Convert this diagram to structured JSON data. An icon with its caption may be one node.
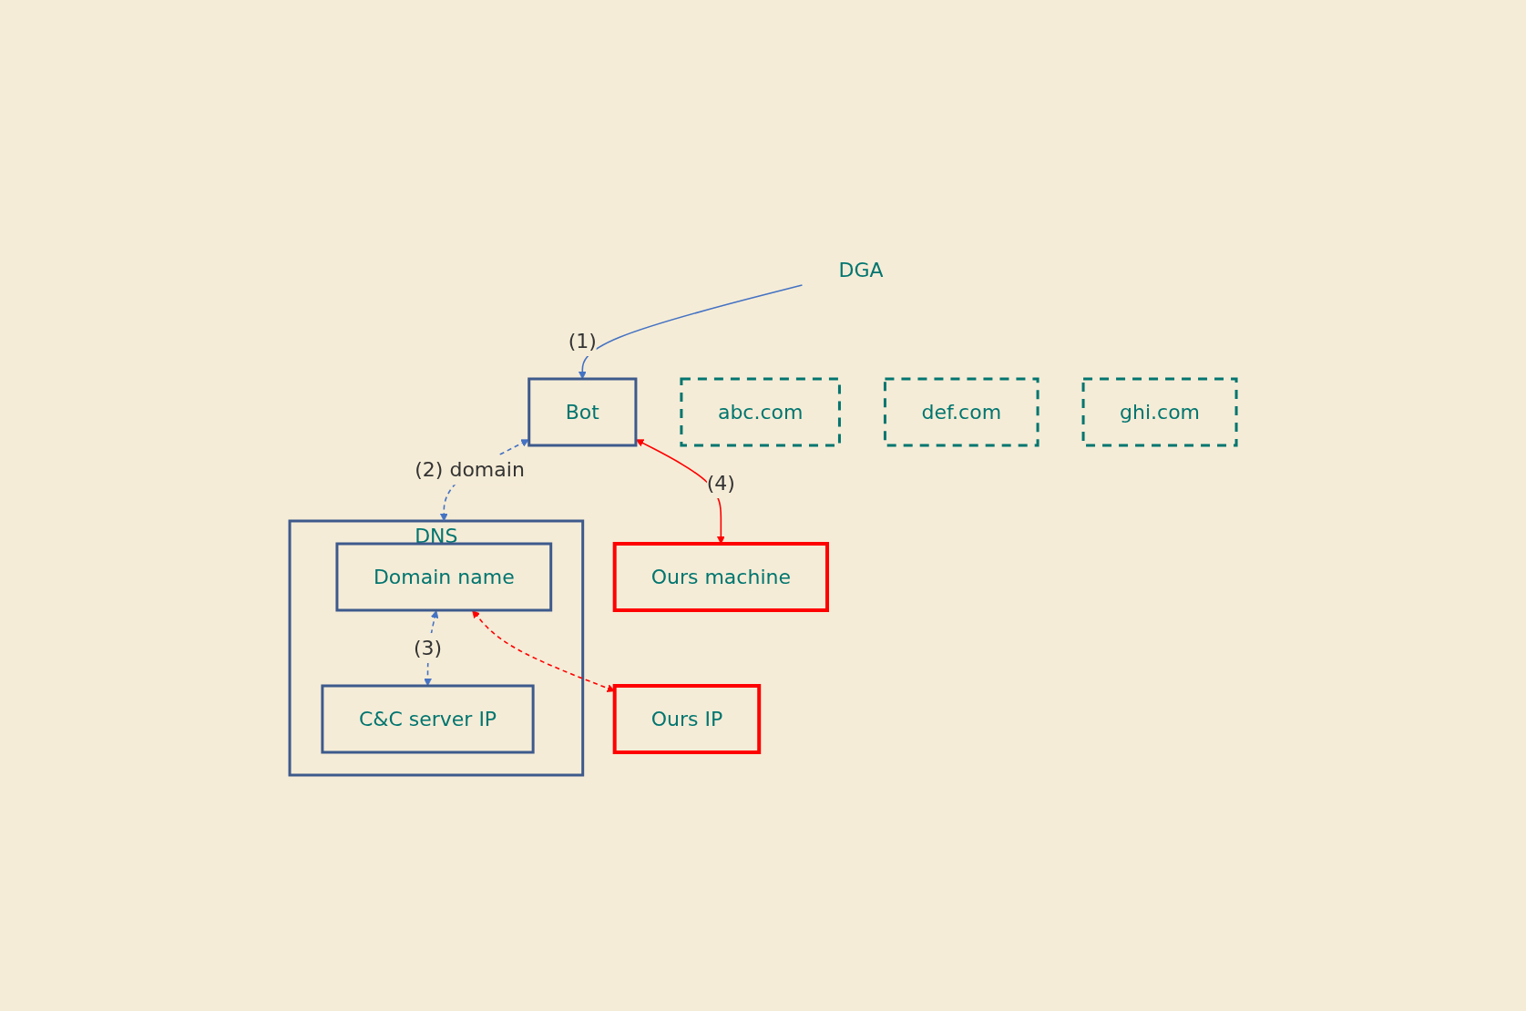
{
  "diagram": {
    "nodes": [
      {
        "text": [
          "Ours machine"
        ]
      },
      {
        "text": [
          "Bot"
        ]
      },
      {
        "text": [
          "DGA"
        ]
      },
      {
        "text": [
          "abc.com"
        ]
      },
      {
        "text": [
          "def.com"
        ]
      },
      {
        "text": [
          "ghi.com"
        ]
      },
      {
        "text": [
          "DNS"
        ]
      },
      {
        "text": [
          "Domain name"
        ],
        "in": 6
      },
      {
        "text": [
          "C&C server IP"
        ],
        "in": 6
      },
      {
        "text": [
          "Ours IP"
        ]
      }
    ],
    "edges": [
      {
        "from": 1,
        "to": 0,
        "arrow": "both",
        "label": "(4)",
        "color": "#ff0000"
      },
      {
        "from": 2,
        "to": 1,
        "arrow": "to",
        "label": "(1)"
      },
      {
        "from": 1,
        "to": 6,
        "arrow": "both",
        "label": "(2) domain",
        "style": "dashed"
      },
      {
        "from": 7,
        "to": 8,
        "arrow": "both",
        "label": "(3)",
        "style": "dashed"
      },
      {
        "from": 7,
        "to": 9,
        "arrow": "both",
        "style": "dashed",
        "color": "#ff0000"
      }
    ]
  }
}
